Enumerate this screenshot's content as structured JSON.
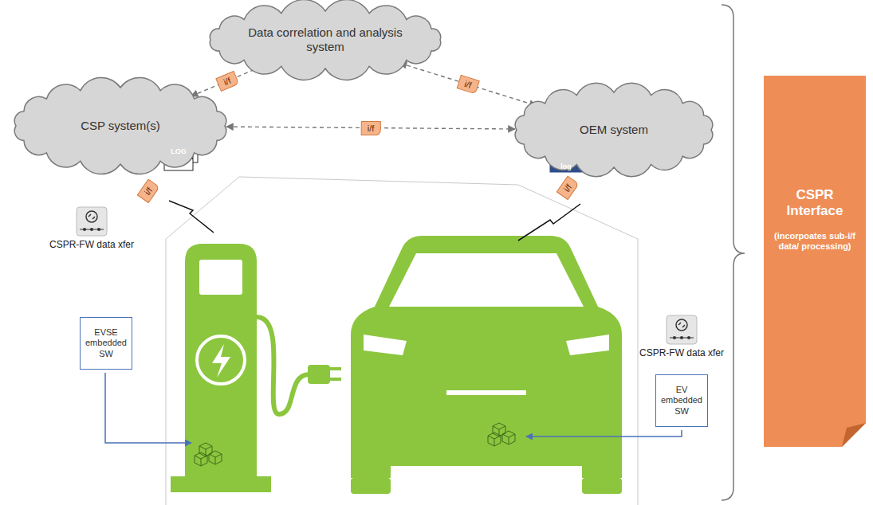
{
  "diagram": {
    "nodes": [
      {
        "text": [
          "Data correlation and analysis system"
        ]
      },
      {
        "text": [
          "CSP system(s)"
        ]
      },
      {
        "text": [
          "OEM system"
        ]
      },
      {
        "text": [
          "EVSE embedded SW"
        ]
      },
      {
        "text": [
          "EV embedded SW"
        ]
      },
      {
        "text": [
          "CSPR Interface",
          "(incorpoates sub-i/f data/ processing)"
        ]
      }
    ],
    "edges": [
      {
        "from": 1,
        "to": 0,
        "label": "i/f",
        "arrow": "both"
      },
      {
        "from": 0,
        "to": 2,
        "label": "i/f",
        "arrow": "both"
      },
      {
        "from": 1,
        "to": 2,
        "label": "i/f",
        "arrow": "both"
      }
    ],
    "labels": [
      "LOG",
      "log",
      "i/f",
      "i/f",
      "CSPR-FW data xfer",
      "CSPR-FW data xfer"
    ]
  }
}
